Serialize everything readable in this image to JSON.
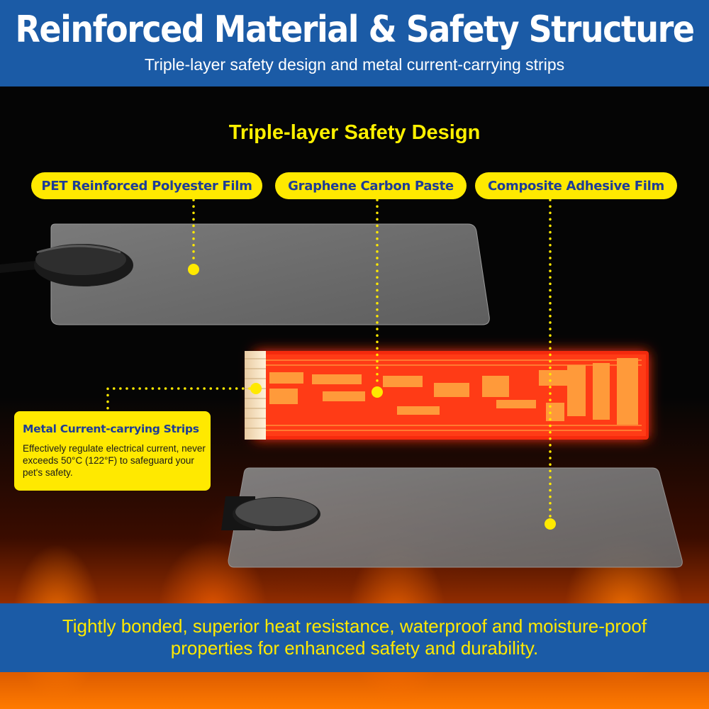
{
  "header": {
    "title": "Reinforced Material & Safety Structure",
    "subtitle": "Triple-layer safety design and metal current-carrying strips"
  },
  "design_title": "Triple-layer Safety Design",
  "layers": [
    {
      "label": "PET Reinforced Polyester Film"
    },
    {
      "label": "Graphene Carbon Paste"
    },
    {
      "label": "Composite Adhesive Film"
    }
  ],
  "callout": {
    "title": "Metal Current-carrying Strips",
    "description": "Effectively regulate electrical current, never exceeds 50°C (122°F) to safeguard your pet's safety."
  },
  "footer": {
    "text": "Tightly bonded, superior heat resistance, waterproof and moisture-proof properties for enhanced safety and durability."
  },
  "colors": {
    "banner_blue": "#1b5ba6",
    "label_yellow": "#ffe900",
    "label_text_navy": "#1d3c97",
    "heater_red": "#ff2a10"
  }
}
